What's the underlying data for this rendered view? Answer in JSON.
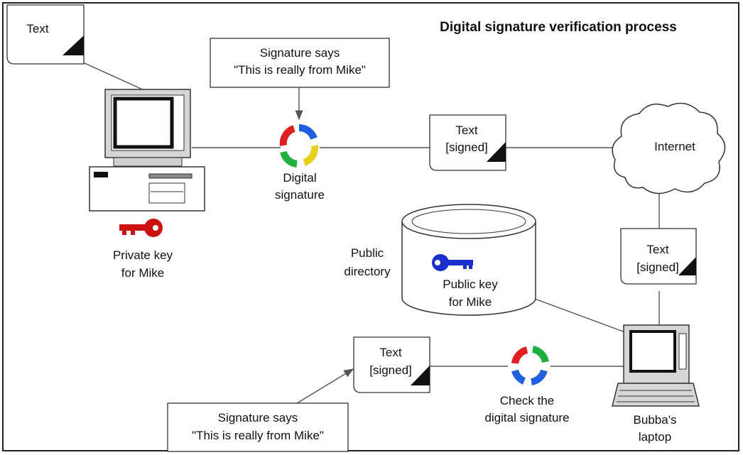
{
  "title": "Digital signature verification process",
  "documents": {
    "sender_text": "Text",
    "signed_top": [
      "Text",
      "[signed]"
    ],
    "signed_right": [
      "Text",
      "[signed]"
    ],
    "signed_bottom": [
      "Text",
      "[signed]"
    ]
  },
  "callouts": {
    "top": [
      "Signature says",
      "\"This is really from Mike\""
    ],
    "bottom": [
      "Signature says",
      "\"This is really from Mike\""
    ]
  },
  "labels": {
    "digital_signature": [
      "Digital",
      "signature"
    ],
    "internet": "Internet",
    "private_key": [
      "Private key",
      "for Mike"
    ],
    "public_directory": [
      "Public",
      "directory"
    ],
    "public_key": [
      "Public key",
      "for Mike"
    ],
    "check_signature": [
      "Check the",
      "digital signature"
    ],
    "laptop": [
      "Bubba's",
      "laptop"
    ]
  },
  "colors": {
    "private_key": "#cc1111",
    "public_key": "#1a2fcc",
    "cycle_red": "#e02020",
    "cycle_blue": "#2060e0",
    "cycle_green": "#20b040",
    "cycle_yellow": "#e8d020"
  }
}
